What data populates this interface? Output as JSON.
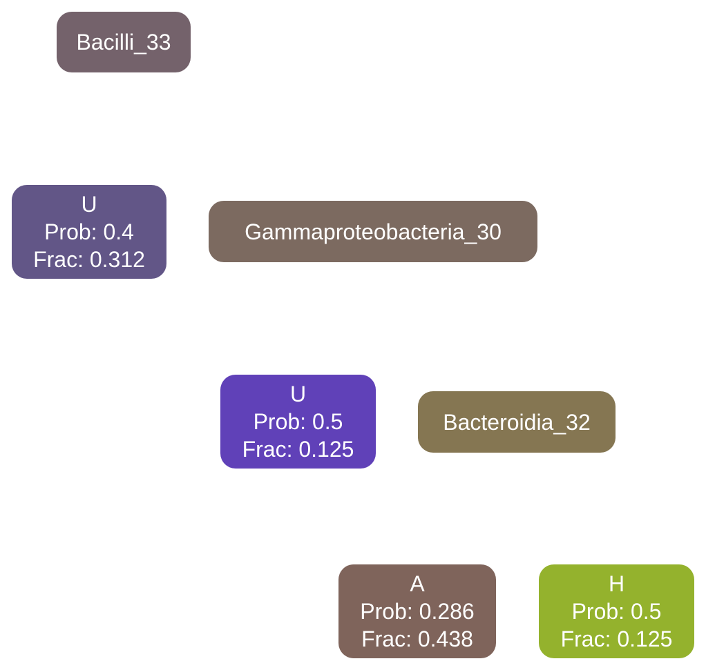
{
  "nodes": [
    {
      "id": "n-bacilli",
      "color": "#74626b",
      "lines": [
        "Bacilli_33"
      ]
    },
    {
      "id": "n-u1",
      "color": "#625687",
      "lines": [
        "U",
        "Prob: 0.4",
        "Frac: 0.312"
      ]
    },
    {
      "id": "n-gamma",
      "color": "#7c6a60",
      "lines": [
        "Gammaproteobacteria_30"
      ]
    },
    {
      "id": "n-u2",
      "color": "#6041b8",
      "lines": [
        "U",
        "Prob: 0.5",
        "Frac: 0.125"
      ]
    },
    {
      "id": "n-bacteroidia",
      "color": "#857652",
      "lines": [
        "Bacteroidia_32"
      ]
    },
    {
      "id": "n-a",
      "color": "#7f645b",
      "lines": [
        "A",
        "Prob: 0.286",
        "Frac: 0.438"
      ]
    },
    {
      "id": "n-h",
      "color": "#94b22d",
      "lines": [
        "H",
        "Prob: 0.5",
        "Frac: 0.125"
      ]
    }
  ]
}
